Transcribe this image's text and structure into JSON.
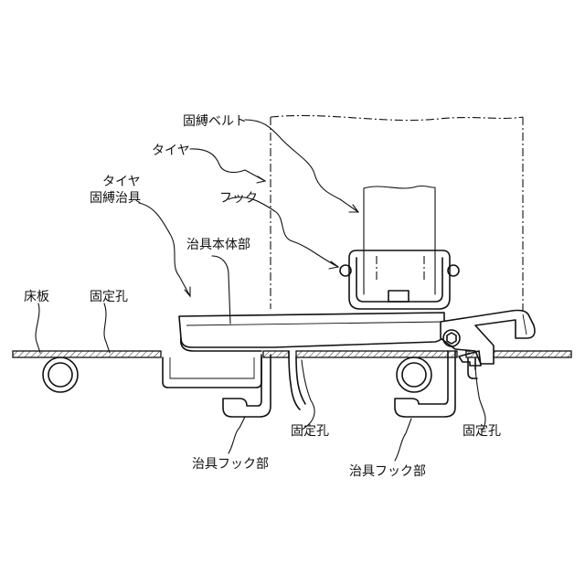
{
  "labels": {
    "belt": "固縛ベルト",
    "tire": "タイヤ",
    "jig_line1": "タイヤ",
    "jig_line2": "固縛治具",
    "hook": "フック",
    "jig_body": "治具本体部",
    "floor": "床板",
    "fix_hole_top": "固定孔",
    "fix_hole_middle": "固定孔",
    "fix_hole_right": "固定孔",
    "jig_hook_left": "治具フック部",
    "jig_hook_right": "治具フック部"
  }
}
